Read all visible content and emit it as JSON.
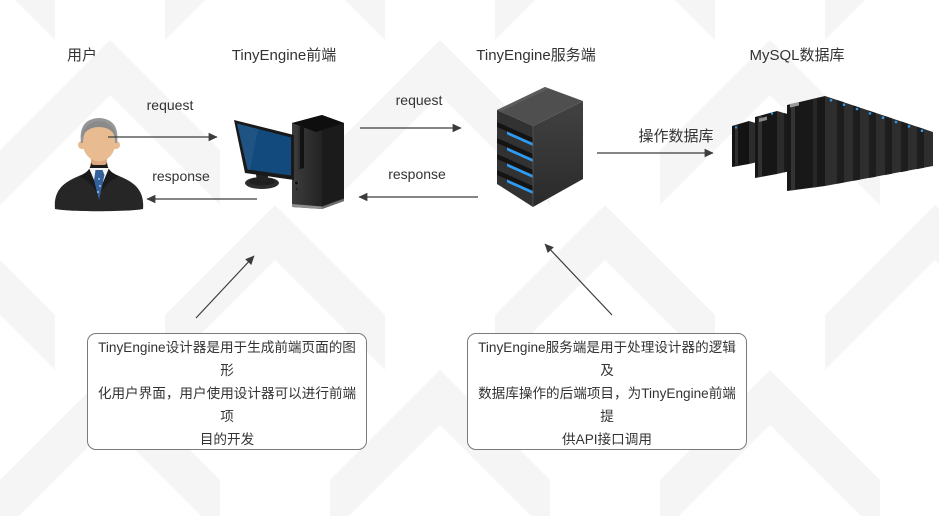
{
  "nodes": [
    {
      "id": "user",
      "label": "用户",
      "icon": "user-avatar"
    },
    {
      "id": "frontend",
      "label": "TinyEngine前端",
      "icon": "desktop-computer"
    },
    {
      "id": "server",
      "label": "TinyEngine服务端",
      "icon": "server-tower"
    },
    {
      "id": "mysql",
      "label": "MySQL数据库",
      "icon": "server-rack-cluster"
    }
  ],
  "edges": [
    {
      "from": "user",
      "to": "frontend",
      "label": "request"
    },
    {
      "from": "frontend",
      "to": "user",
      "label": "response"
    },
    {
      "from": "frontend",
      "to": "server",
      "label": "request"
    },
    {
      "from": "server",
      "to": "frontend",
      "label": "response"
    },
    {
      "from": "server",
      "to": "mysql",
      "label": "操作数据库"
    }
  ],
  "notes": [
    {
      "points_to": "frontend",
      "text": "TinyEngine设计器是用于生成前端页面的图形化用户界面，用户使用设计器可以进行前端项目的开发",
      "lines": [
        "TinyEngine设计器是用于生成前端页面的图形",
        "化用户界面，用户使用设计器可以进行前端项",
        "目的开发"
      ]
    },
    {
      "points_to": "server",
      "text": "TinyEngine服务端是用于处理设计器的逻辑及数据库操作的后端项目，为TinyEngine前端提供API接口调用",
      "lines": [
        "TinyEngine服务端是用于处理设计器的逻辑及",
        "数据库操作的后端项目，为TinyEngine前端提",
        "供API接口调用"
      ]
    }
  ],
  "colors": {
    "text": "#333333",
    "arrow": "#3c3c3c",
    "note_border": "#7a7a7a",
    "screen_blue": "#124a7d",
    "led_blue": "#2e9bf0",
    "background_pattern": "#f5f5f5"
  }
}
